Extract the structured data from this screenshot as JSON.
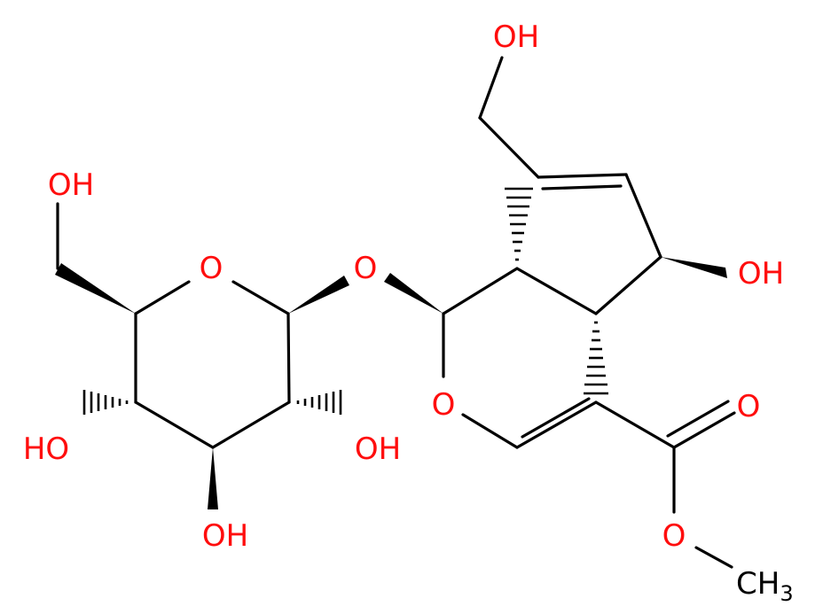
{
  "colors": {
    "bond": "#000000",
    "oxygen": "#ff0d0d",
    "carbon": "#000000",
    "background": "#ffffff"
  },
  "labels": {
    "oh_hydroxymethyl_top": "OH",
    "oh_ring_c5": "OH",
    "o_carbonyl": "O",
    "o_ester": "O",
    "ch3_main": "CH",
    "ch3_sub": "3",
    "o_pyran_ring": "O",
    "o_glycosidic": "O",
    "o_sugar_ring": "O",
    "oh_sugar_ch2oh": "OH",
    "oh_sugar_c4": "HO",
    "oh_sugar_c3": "OH",
    "oh_sugar_c2": "OH"
  }
}
